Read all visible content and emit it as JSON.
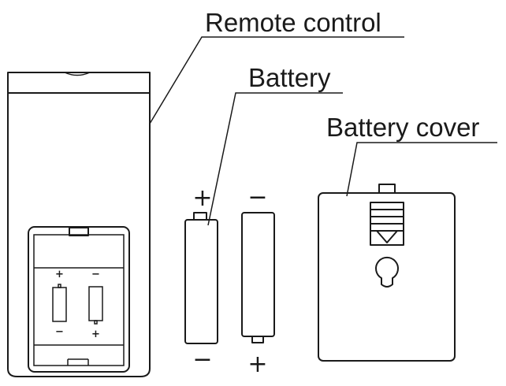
{
  "labels": {
    "remote_control": "Remote control",
    "battery": "Battery",
    "battery_cover": "Battery cover"
  },
  "signs": {
    "plus": "+",
    "minus": "−"
  }
}
